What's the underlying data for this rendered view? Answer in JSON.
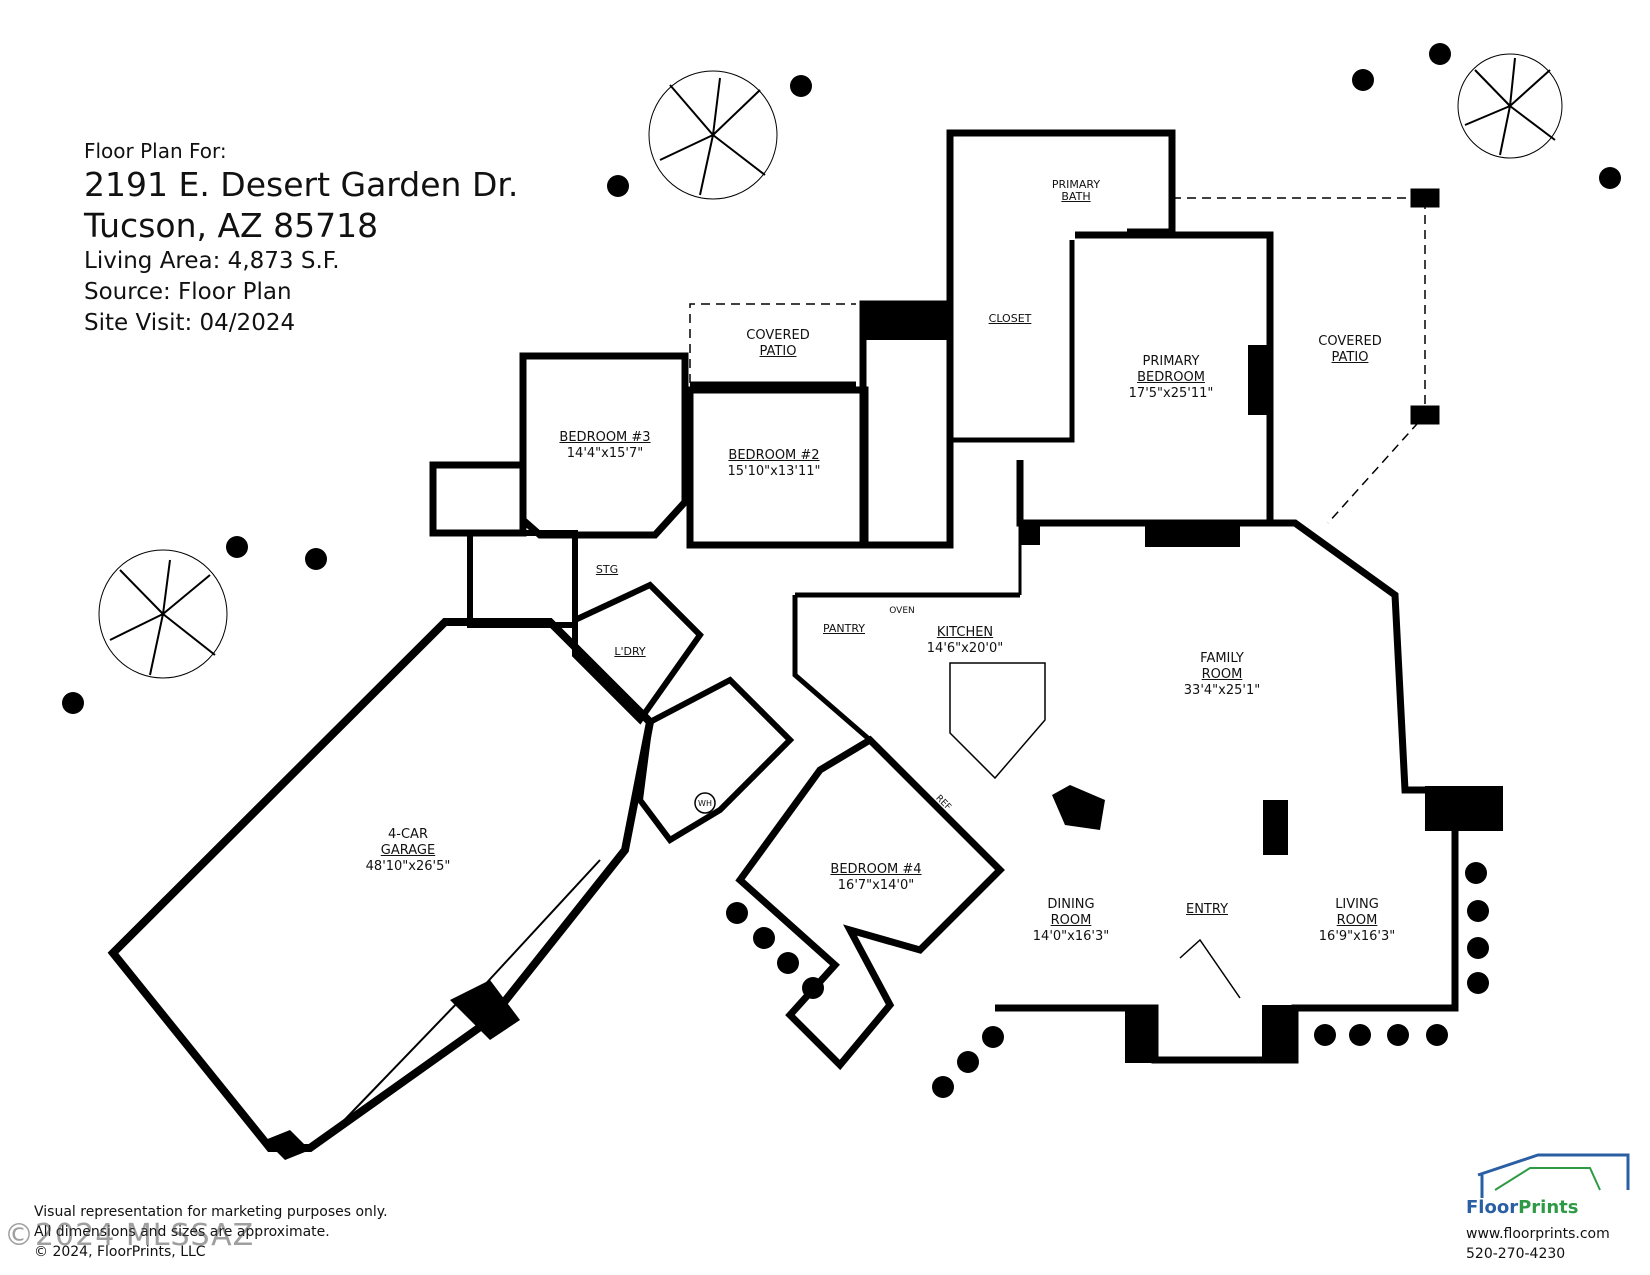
{
  "header": {
    "prefix": "Floor Plan For:",
    "street": "2191 E. Desert Garden Dr.",
    "city": "Tucson, AZ  85718",
    "living_area": "Living Area:  4,873 S.F.",
    "source": "Source:  Floor Plan",
    "site_visit": "Site Visit:  04/2024"
  },
  "rooms": {
    "covered_patio_left": {
      "name1": "COVERED",
      "name2": "PATIO"
    },
    "covered_patio_right": {
      "name1": "COVERED",
      "name2": "PATIO"
    },
    "bedroom3": {
      "name": "BEDROOM #3",
      "dims": "14'4\"x15'7\""
    },
    "bedroom2": {
      "name": "BEDROOM #2",
      "dims": "15'10\"x13'11\""
    },
    "primary_bath": {
      "name1": "PRIMARY",
      "name2": "BATH"
    },
    "closet": {
      "name": "CLOSET"
    },
    "primary_bedroom": {
      "name1": "PRIMARY",
      "name2": "BEDROOM",
      "dims": "17'5\"x25'11\""
    },
    "stg": {
      "name": "STG"
    },
    "laundry": {
      "name": "L'DRY"
    },
    "pantry": {
      "name": "PANTRY"
    },
    "oven": {
      "name": "OVEN"
    },
    "kitchen": {
      "name": "KITCHEN",
      "dims": "14'6\"x20'0\""
    },
    "family_room": {
      "name1": "FAMILY",
      "name2": "ROOM",
      "dims": "33'4\"x25'1\""
    },
    "garage": {
      "name1": "4-CAR",
      "name2": "GARAGE",
      "dims": "48'10\"x26'5\""
    },
    "wh": {
      "name": "WH"
    },
    "ref": {
      "name": "REF"
    },
    "bedroom4": {
      "name": "BEDROOM #4",
      "dims": "16'7\"x14'0\""
    },
    "dining_room": {
      "name1": "DINING",
      "name2": "ROOM",
      "dims": "14'0\"x16'3\""
    },
    "entry": {
      "name": "ENTRY"
    },
    "living_room": {
      "name1": "LIVING",
      "name2": "ROOM",
      "dims": "16'9\"x16'3\""
    }
  },
  "footer": {
    "line1": "Visual representation for marketing purposes only.",
    "line2": "All dimensions and sizes are approximate.",
    "line3": "© 2024, FloorPrints, LLC"
  },
  "watermark": "©2024 MLSSAZ",
  "brand": {
    "name_a": "Floor",
    "name_b": "Prints",
    "website": "www.floorprints.com",
    "phone": "520-270-4230",
    "color_primary": "#2b5fa4",
    "color_secondary": "#2e9a45"
  }
}
